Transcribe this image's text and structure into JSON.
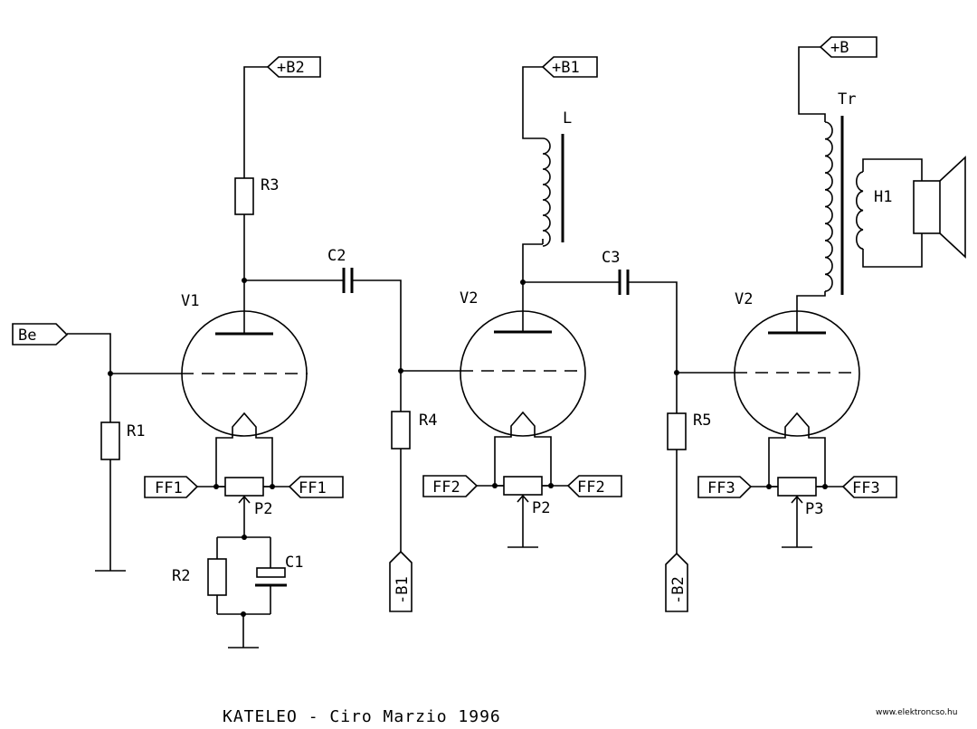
{
  "labels": {
    "be": "Be",
    "plus_b2": "+B2",
    "plus_b1": "+B1",
    "plus_b": "+B",
    "minus_b1": "-B1",
    "minus_b2": "-B2",
    "r1": "R1",
    "r2": "R2",
    "r3": "R3",
    "r4": "R4",
    "r5": "R5",
    "c1": "C1",
    "c2": "C2",
    "c3": "C3",
    "v1": "V1",
    "v2a": "V2",
    "v2b": "V2",
    "l": "L",
    "tr": "Tr",
    "h1": "H1",
    "p2a": "P2",
    "p2b": "P2",
    "p3": "P3",
    "ff1_left": "FF1",
    "ff1_right": "FF1",
    "ff2_left": "FF2",
    "ff2_right": "FF2",
    "ff3_left": "FF3",
    "ff3_right": "FF3"
  },
  "footer": {
    "title": "KATELEO - Ciro Marzio 1996",
    "credit": "www.elektroncso.hu"
  }
}
